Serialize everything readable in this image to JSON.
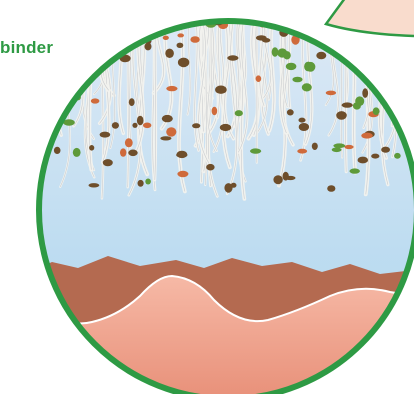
{
  "labels": {
    "binder": "binder"
  },
  "colors": {
    "ring": "#2e9a44",
    "label": "#2e9a44",
    "callout_fill": "#f9dccd",
    "liquid_top": "#dde9f5",
    "liquid_bottom": "#a9d4ee",
    "skin_light": "#f6b9a6",
    "skin_mid": "#e89079",
    "skin_ridge": "#b46a50",
    "fibre": "#f2f2ee",
    "particle_brown": "#6e4e2b",
    "particle_orange": "#cf6a3b",
    "particle_green": "#5e9a3a"
  },
  "icons": {
    "fibre": "white-binder-fibre",
    "particle": "mineral-particle",
    "skin": "skin-surface-ridges"
  }
}
